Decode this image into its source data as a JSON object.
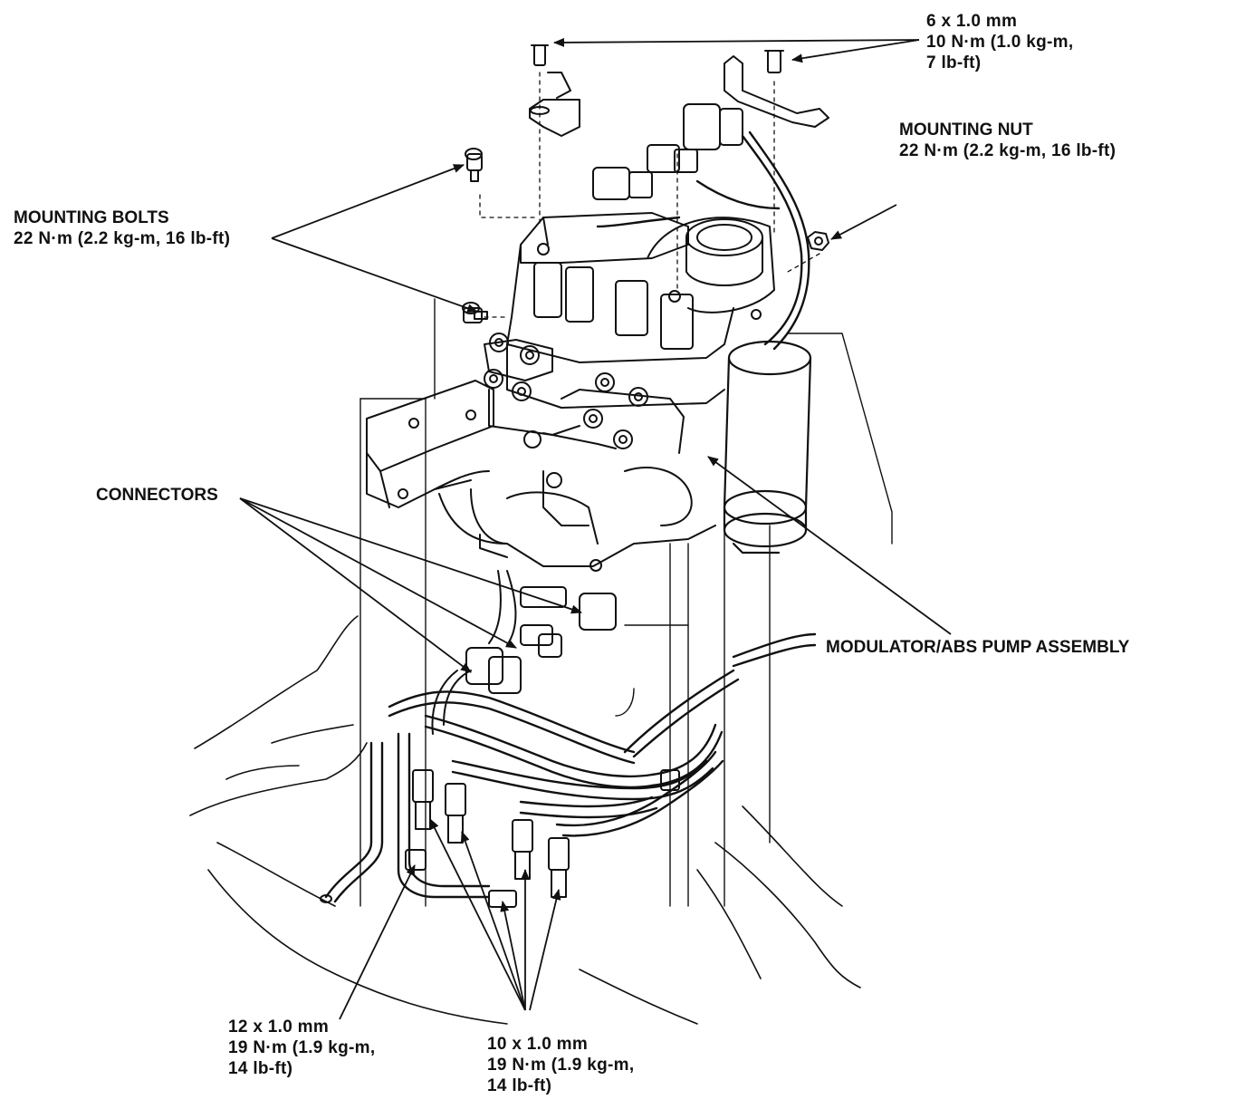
{
  "labels": {
    "top_bolt": {
      "line1": "6 x 1.0 mm",
      "line2": "10 N·m (1.0 kg-m,",
      "line3": "7 lb-ft)"
    },
    "mounting_nut": {
      "title": "MOUNTING NUT",
      "spec": "22 N·m (2.2 kg-m, 16 lb-ft)"
    },
    "mounting_bolts": {
      "title": "MOUNTING BOLTS",
      "spec": "22 N·m (2.2 kg-m, 16 lb-ft)"
    },
    "connectors": {
      "title": "CONNECTORS"
    },
    "modulator": {
      "title": "MODULATOR/ABS PUMP ASSEMBLY"
    },
    "flare_12": {
      "line1": "12 x 1.0 mm",
      "line2": "19 N·m (1.9 kg-m,",
      "line3": "14 lb-ft)"
    },
    "flare_10": {
      "line1": "10 x 1.0 mm",
      "line2": "19 N·m (1.9 kg-m,",
      "line3": "14 lb-ft)"
    }
  },
  "colors": {
    "ink": "#111111",
    "paper": "#ffffff"
  }
}
